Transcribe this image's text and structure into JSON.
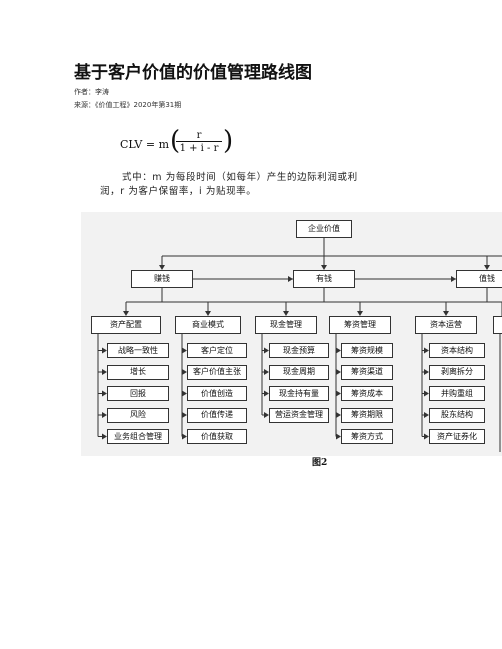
{
  "article": {
    "title": "基于客户价值的价值管理路线图",
    "author": "作者：李涛",
    "source": "来源：《价值工程》2020年第31期"
  },
  "formula": {
    "lhs": "CLV = m",
    "numerator": "r",
    "denominator": "1 + i - r"
  },
  "description": {
    "line1": "式中：m 为每段时间（如每年）产生的边际利润或利",
    "line2": "润，r 为客户保留率，i 为贴现率。"
  },
  "diagram": {
    "root": "企业价值",
    "level1": [
      "赚钱",
      "有钱",
      "值钱"
    ],
    "level2": [
      "资产配置",
      "商业模式",
      "现金管理",
      "筹资管理",
      "资本运营"
    ],
    "groups": [
      [
        "战略一致性",
        "增长",
        "回报",
        "风险",
        "业务组合管理"
      ],
      [
        "客户定位",
        "客户价值主张",
        "价值创造",
        "价值传递",
        "价值获取"
      ],
      [
        "现金预算",
        "现金周期",
        "现金持有量",
        "营运资金管理"
      ],
      [
        "筹资规模",
        "筹资渠道",
        "筹资成本",
        "筹资期限",
        "筹资方式"
      ],
      [
        "资本结构",
        "剥离拆分",
        "并购重组",
        "股东结构",
        "资产证券化"
      ]
    ]
  },
  "figure_caption": "图2"
}
